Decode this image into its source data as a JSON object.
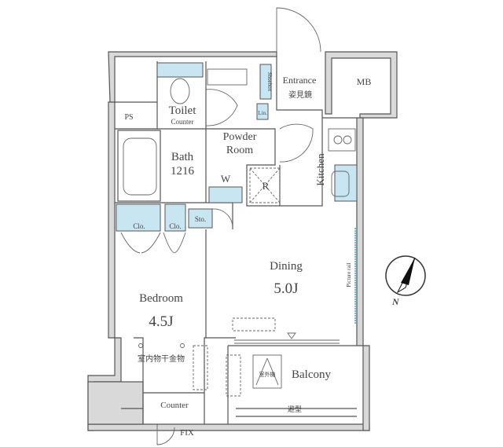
{
  "rooms": {
    "entrance": "Entrance",
    "mirror": "姿見鏡",
    "shoebox": "Shoebox",
    "linen": "Lin.",
    "mb": "MB",
    "ps": "PS",
    "toilet": "Toilet",
    "toilet_counter": "Counter",
    "powder_room_1": "Powder",
    "powder_room_2": "Room",
    "bath": "Bath",
    "bath_size": "1216",
    "washer": "W",
    "refrigerator": "R",
    "kitchen": "Kitchen",
    "closet_1": "Clo.",
    "closet_2": "Clo.",
    "storage": "Sto.",
    "dining": "Dining",
    "dining_size": "5.0J",
    "picture_rail": "Picture rail",
    "bedroom": "Bedroom",
    "bedroom_size": "4.5J",
    "drying_hardware": "室内物干金物",
    "outdoor_unit": "室外機",
    "balcony": "Balcony",
    "balcony_bottom": "避型",
    "counter": "Counter",
    "fix": "FIX"
  },
  "compass": {
    "label": "N"
  },
  "colors": {
    "fixture_blue": "#c8e6f2",
    "wall_gray": "#d9d9d9",
    "line": "#555555"
  }
}
